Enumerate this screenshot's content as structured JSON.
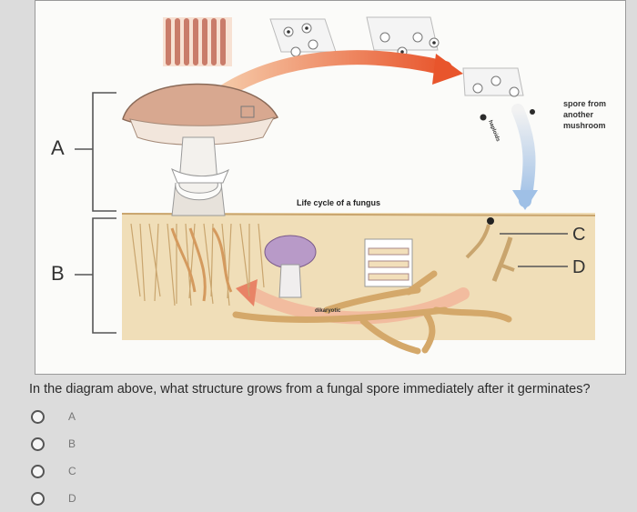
{
  "diagram": {
    "title": "Life cycle of a fungus",
    "spore_label": "spore from another mushroom",
    "spore_label_lines": [
      "spore from",
      "another",
      "mushroom"
    ],
    "haploid_label": "haploids",
    "dikaryotic_label": "dikaryotic",
    "brackets": {
      "a": "A",
      "b": "B"
    },
    "pointers": {
      "c": "C",
      "d": "D"
    }
  },
  "question": {
    "text": "In the diagram above, what structure grows from a fungal spore immediately after it germinates?",
    "options": [
      {
        "label": "A"
      },
      {
        "label": "B"
      },
      {
        "label": "C"
      },
      {
        "label": "D"
      }
    ]
  },
  "colors": {
    "soil": "#efdcb5",
    "cap": "#d8a890",
    "arrow_orange": "#e8552c",
    "arrow_blue": "#a9c6e8"
  }
}
